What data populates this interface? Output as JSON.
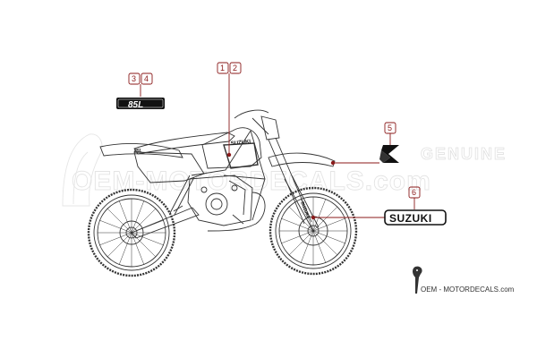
{
  "watermark": {
    "brand_top": "GENUINE",
    "site": "OEM-MOTORDECALS.com"
  },
  "callouts": [
    {
      "numbers": [
        "3",
        "4"
      ]
    },
    {
      "numbers": [
        "1",
        "2"
      ]
    },
    {
      "numbers": [
        "5"
      ]
    },
    {
      "numbers": [
        "6"
      ]
    }
  ],
  "decals": {
    "model_badge": "85L",
    "brand_wordmark": "SUZUKI",
    "tank_wordmark": "SUZUKI",
    "logo_icon": "suzuki-s-logo-icon"
  },
  "footer": {
    "site_label": "OEM - MOTORDECALS.com",
    "logo_icon": "bird-logo-icon"
  },
  "colors": {
    "callout": "#8b1a1a",
    "line": "#333333",
    "watermark": "#d9d9d9"
  }
}
